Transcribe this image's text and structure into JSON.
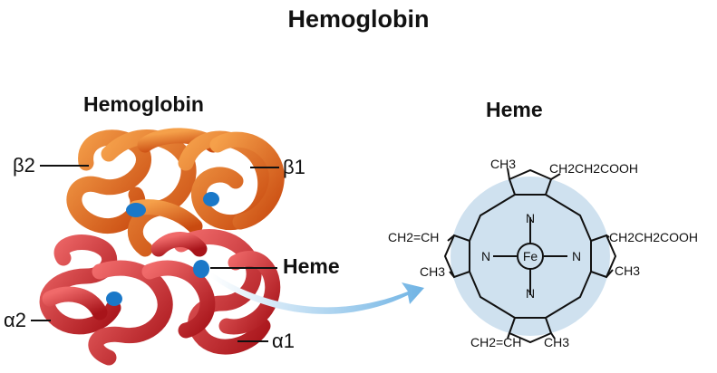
{
  "title": "Hemoglobin",
  "protein": {
    "subtitle": "Hemoglobin",
    "labels": {
      "beta2": "β2",
      "beta1": "β1",
      "alpha2": "α2",
      "alpha1": "α1",
      "heme": "Heme"
    }
  },
  "heme": {
    "subtitle": "Heme",
    "groups": {
      "ch3_top": "CH3",
      "acid_top": "CH2CH2COOH",
      "vinyl_left": "CH2=CH",
      "acid_right": "CH2CH2COOH",
      "ch3_left": "CH3",
      "ch3_right": "CH3",
      "vinyl_bottom": "CH2=CH",
      "ch3_bottom": "CH3"
    },
    "atoms": {
      "n": "N",
      "fe": "Fe"
    }
  },
  "colors": {
    "beta_chain": "#e8641e",
    "alpha_chain": "#d8282a",
    "heme_blue": "#1a78c8",
    "disc_bg": "#cfe1ef",
    "arrow": "#8fc4e8"
  }
}
